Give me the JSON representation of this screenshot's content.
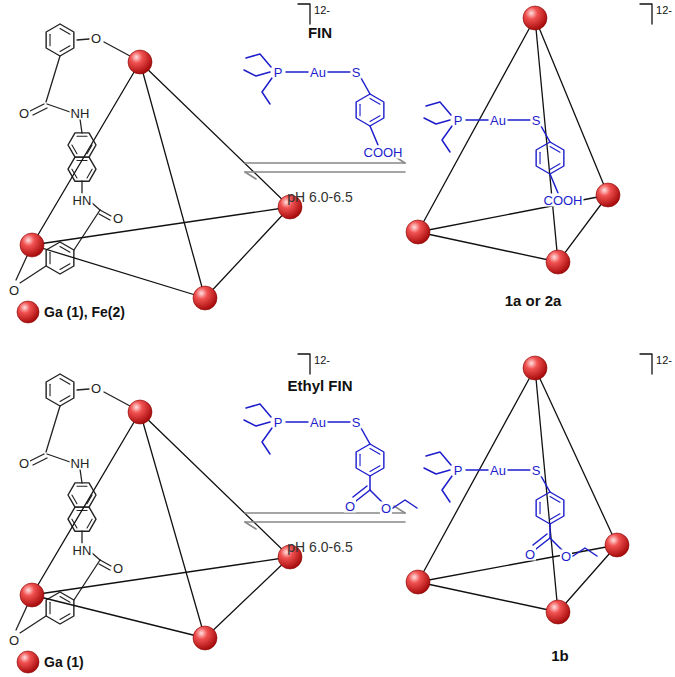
{
  "diagram": {
    "labels": [
      "12-",
      "12-",
      "O",
      "O",
      "NH",
      "HN",
      "O",
      "O",
      "FIN",
      "P",
      "Au",
      "S",
      "COOH",
      "pH 6.0-6.5",
      "P",
      "Au",
      "S",
      "COOH",
      "1a or 2a",
      "12-",
      "12-",
      "O",
      "O",
      "NH",
      "HN",
      "O",
      "O",
      "Ethyl FIN",
      "P",
      "Au",
      "S",
      "O",
      "O",
      "pH 6.0-6.5",
      "P",
      "Au",
      "S",
      "O",
      "O",
      "1b"
    ],
    "legend": [
      {
        "text": "Ga (1), Fe(2)"
      },
      {
        "text": "Ga (1)"
      }
    ]
  }
}
